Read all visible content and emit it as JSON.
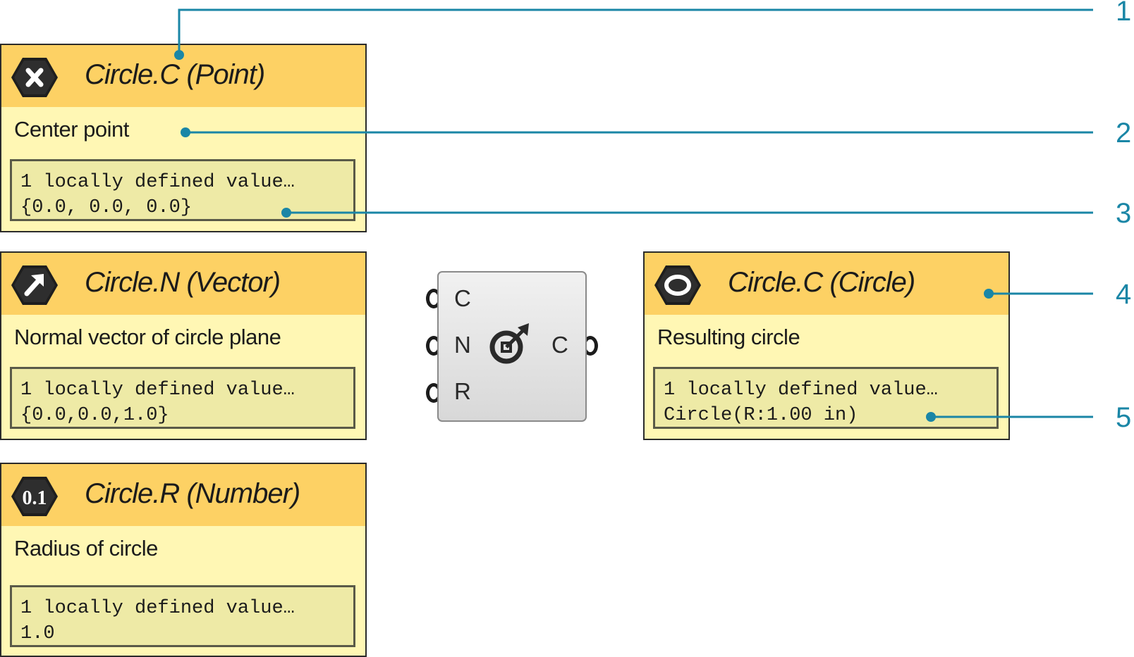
{
  "tooltips": [
    {
      "title": "Circle.C (Point)",
      "description": "Center point",
      "data_line1": "1 locally defined value…",
      "data_line2": "{0.0, 0.0, 0.0}",
      "icon": "close-x-icon"
    },
    {
      "title": "Circle.N (Vector)",
      "description": "Normal vector of circle plane",
      "data_line1": "1 locally defined value…",
      "data_line2": "{0.0,0.0,1.0}",
      "icon": "vector-arrow-icon"
    },
    {
      "title": "Circle.R (Number)",
      "description": "Radius of circle",
      "data_line1": "1 locally defined value…",
      "data_line2": "1.0",
      "icon": "number-icon"
    },
    {
      "title": "Circle.C (Circle)",
      "description": "Resulting circle",
      "data_line1": "1 locally defined value…",
      "data_line2": "Circle(R:1.00 in)",
      "icon": "circle-icon"
    }
  ],
  "number_icon_text": "0.1",
  "component": {
    "inputs": [
      "C",
      "N",
      "R"
    ],
    "output": "C"
  },
  "callouts": [
    "1",
    "2",
    "3",
    "4",
    "5"
  ],
  "colors": {
    "header": "#fdd164",
    "body": "#fff7b4",
    "data_box": "#eeeaa6",
    "callout": "#1a86a6"
  }
}
